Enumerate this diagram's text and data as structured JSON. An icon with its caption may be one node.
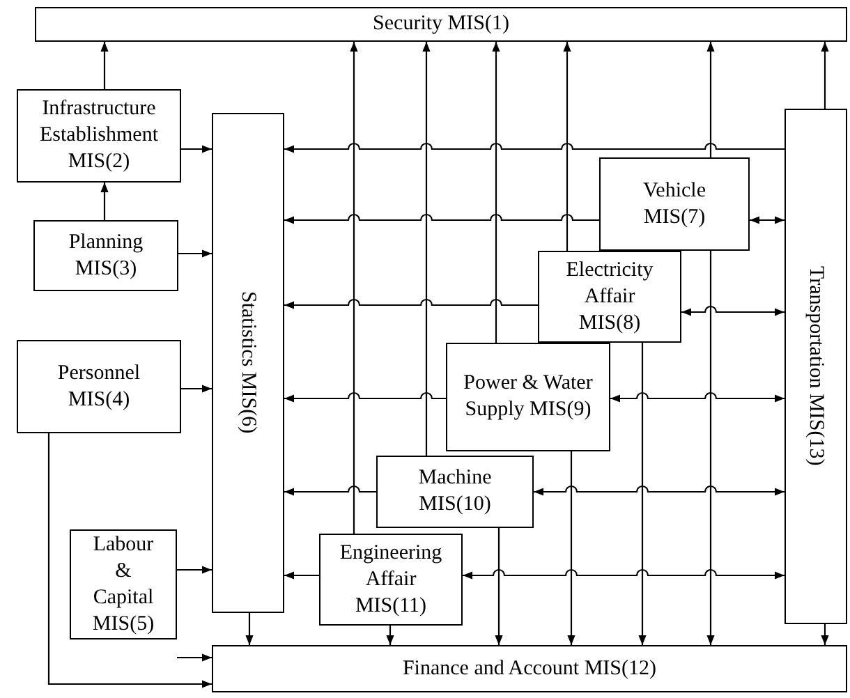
{
  "diagram": {
    "nodes": [
      {
        "text": [
          "Security MIS(1)"
        ]
      },
      {
        "text": [
          "Infrastructure Establishment MIS(2)"
        ]
      },
      {
        "text": [
          "Planning MIS(3)"
        ]
      },
      {
        "text": [
          "Personnel MIS(4)"
        ]
      },
      {
        "text": [
          "Labour & Capital MIS(5)"
        ]
      },
      {
        "text": [
          "Statistics MIS(6)"
        ]
      },
      {
        "text": [
          "Vehicle MIS(7)"
        ]
      },
      {
        "text": [
          "Electricity Affair MIS(8)"
        ]
      },
      {
        "text": [
          "Power & Water Supply MIS(9)"
        ]
      },
      {
        "text": [
          "Machine MIS(10)"
        ]
      },
      {
        "text": [
          "Engineering Affair MIS(11)"
        ]
      },
      {
        "text": [
          "Finance and Account MIS(12)"
        ]
      },
      {
        "text": [
          "Transportation MIS(13)"
        ]
      }
    ],
    "edges": [
      {
        "from": 1,
        "to": 0,
        "arrow": "to"
      },
      {
        "from": 2,
        "to": 1,
        "arrow": "to"
      },
      {
        "from": 1,
        "to": 5,
        "arrow": "to"
      },
      {
        "from": 2,
        "to": 5,
        "arrow": "to"
      },
      {
        "from": 3,
        "to": 5,
        "arrow": "to"
      },
      {
        "from": 4,
        "to": 5,
        "arrow": "to"
      },
      {
        "from": 4,
        "to": 11,
        "arrow": "to"
      },
      {
        "from": 3,
        "to": 11,
        "arrow": "to"
      },
      {
        "from": 5,
        "to": 11,
        "arrow": "to"
      },
      {
        "from": 12,
        "to": 5,
        "arrow": "to"
      },
      {
        "from": 6,
        "to": 5,
        "arrow": "to"
      },
      {
        "from": 7,
        "to": 5,
        "arrow": "to"
      },
      {
        "from": 8,
        "to": 5,
        "arrow": "to"
      },
      {
        "from": 9,
        "to": 5,
        "arrow": "to"
      },
      {
        "from": 10,
        "to": 5,
        "arrow": "to"
      },
      {
        "from": 6,
        "to": 12,
        "arrow": "both"
      },
      {
        "from": 7,
        "to": 12,
        "arrow": "both"
      },
      {
        "from": 8,
        "to": 12,
        "arrow": "both"
      },
      {
        "from": 9,
        "to": 12,
        "arrow": "both"
      },
      {
        "from": 10,
        "to": 12,
        "arrow": "both"
      },
      {
        "from": 10,
        "to": 0,
        "arrow": "to"
      },
      {
        "from": 9,
        "to": 0,
        "arrow": "to"
      },
      {
        "from": 8,
        "to": 0,
        "arrow": "to"
      },
      {
        "from": 7,
        "to": 0,
        "arrow": "to"
      },
      {
        "from": 6,
        "to": 0,
        "arrow": "to"
      },
      {
        "from": 12,
        "to": 0,
        "arrow": "to"
      },
      {
        "from": 10,
        "to": 11,
        "arrow": "to"
      },
      {
        "from": 9,
        "to": 11,
        "arrow": "to"
      },
      {
        "from": 8,
        "to": 11,
        "arrow": "to"
      },
      {
        "from": 7,
        "to": 11,
        "arrow": "to"
      },
      {
        "from": 6,
        "to": 11,
        "arrow": "to"
      },
      {
        "from": 12,
        "to": 11,
        "arrow": "to"
      }
    ]
  }
}
